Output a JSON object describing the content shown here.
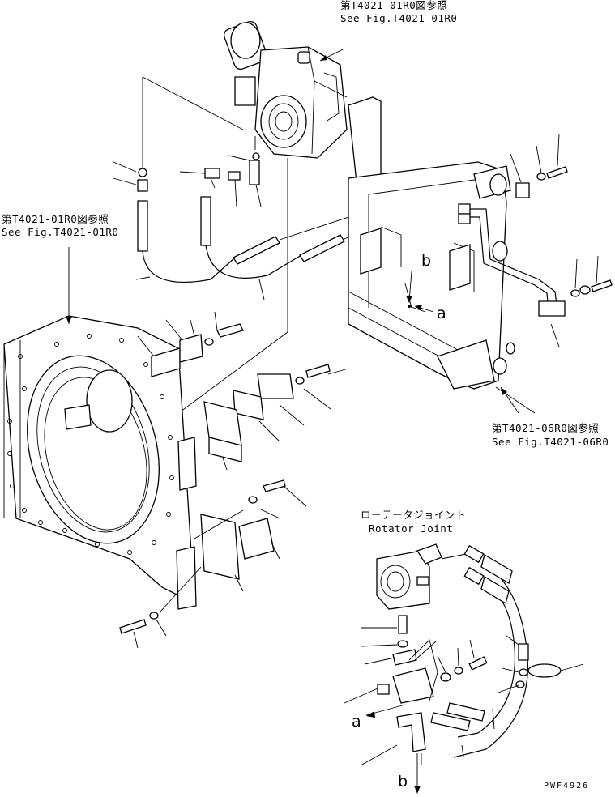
{
  "references": {
    "top": {
      "jp": "第T4021-01R0図参照",
      "en": "See Fig.T4021-01R0"
    },
    "left": {
      "jp": "第T4021-01R0図参照",
      "en": "See Fig.T4021-01R0"
    },
    "right": {
      "jp": "第T4021-06R0図参照",
      "en": "See Fig.T4021-06R0"
    }
  },
  "rotator_joint": {
    "jp": "ローテータジョイント",
    "en": "Rotator Joint"
  },
  "markers": {
    "a_upper": "a",
    "b_upper": "b",
    "a_lower": "a",
    "b_lower": "b"
  },
  "drawing_code": "PWF4926"
}
